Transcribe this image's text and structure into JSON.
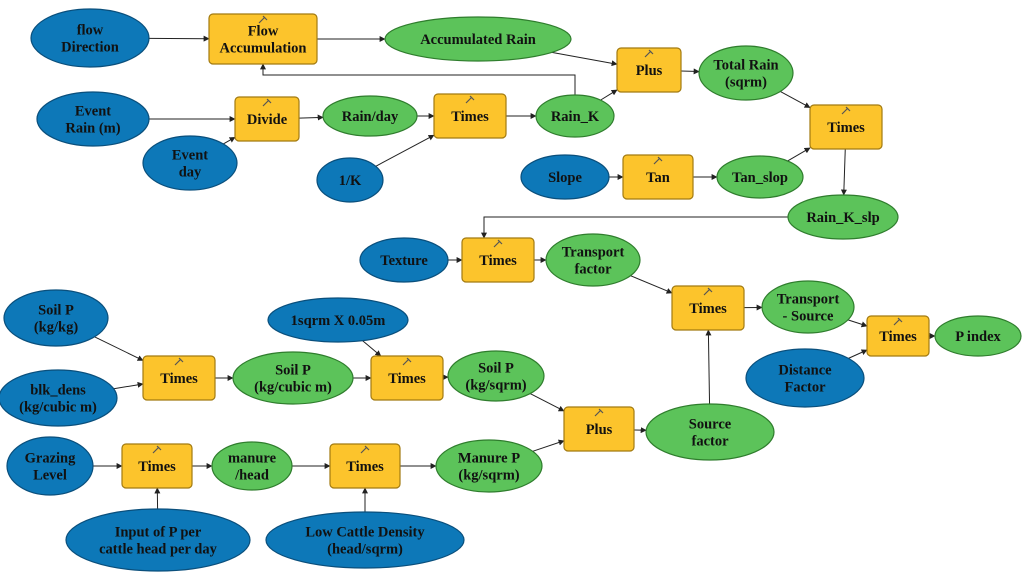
{
  "nodes": {
    "flow_direction": {
      "lines": [
        "flow",
        "Direction"
      ],
      "kind": "input"
    },
    "flow_accumulation": {
      "lines": [
        "Flow",
        "Accumulation"
      ],
      "kind": "tool"
    },
    "accumulated_rain": {
      "lines": [
        "Accumulated Rain"
      ],
      "kind": "derived"
    },
    "plus_1": {
      "lines": [
        "Plus"
      ],
      "kind": "tool"
    },
    "total_rain": {
      "lines": [
        "Total Rain",
        "(sqrm)"
      ],
      "kind": "derived"
    },
    "event_rain": {
      "lines": [
        "Event",
        "Rain (m)"
      ],
      "kind": "input"
    },
    "divide": {
      "lines": [
        "Divide"
      ],
      "kind": "tool"
    },
    "rain_day": {
      "lines": [
        "Rain/day"
      ],
      "kind": "derived"
    },
    "times_1": {
      "lines": [
        "Times"
      ],
      "kind": "tool"
    },
    "rain_k": {
      "lines": [
        "Rain_K"
      ],
      "kind": "derived"
    },
    "times_2": {
      "lines": [
        "Times"
      ],
      "kind": "tool"
    },
    "event_day": {
      "lines": [
        "Event",
        "day"
      ],
      "kind": "input"
    },
    "inv_k": {
      "lines": [
        "1/K"
      ],
      "kind": "input"
    },
    "slope": {
      "lines": [
        "Slope"
      ],
      "kind": "input"
    },
    "tan": {
      "lines": [
        "Tan"
      ],
      "kind": "tool"
    },
    "tan_slop": {
      "lines": [
        "Tan_slop"
      ],
      "kind": "derived"
    },
    "rain_k_slp": {
      "lines": [
        "Rain_K_slp"
      ],
      "kind": "derived"
    },
    "texture": {
      "lines": [
        "Texture"
      ],
      "kind": "input"
    },
    "times_3": {
      "lines": [
        "Times"
      ],
      "kind": "tool"
    },
    "transport_factor": {
      "lines": [
        "Transport",
        "factor"
      ],
      "kind": "derived"
    },
    "times_4": {
      "lines": [
        "Times"
      ],
      "kind": "tool"
    },
    "transport_source": {
      "lines": [
        "Transport",
        "- Source"
      ],
      "kind": "derived"
    },
    "times_5": {
      "lines": [
        "Times"
      ],
      "kind": "tool"
    },
    "p_index": {
      "lines": [
        "P index"
      ],
      "kind": "derived"
    },
    "distance_factor": {
      "lines": [
        "Distance",
        "Factor"
      ],
      "kind": "input"
    },
    "soil_p": {
      "lines": [
        "Soil P",
        "(kg/kg)"
      ],
      "kind": "input"
    },
    "blk_dens": {
      "lines": [
        "blk_dens",
        "(kg/cubic m)"
      ],
      "kind": "input"
    },
    "times_6": {
      "lines": [
        "Times"
      ],
      "kind": "tool"
    },
    "soil_p_cubic": {
      "lines": [
        "Soil P",
        "(kg/cubic m)"
      ],
      "kind": "derived"
    },
    "depth": {
      "lines": [
        "1sqrm X 0.05m"
      ],
      "kind": "input"
    },
    "times_7": {
      "lines": [
        "Times"
      ],
      "kind": "tool"
    },
    "soil_p_sqrm": {
      "lines": [
        "Soil P",
        "(kg/sqrm)"
      ],
      "kind": "derived"
    },
    "plus_2": {
      "lines": [
        "Plus"
      ],
      "kind": "tool"
    },
    "source_factor": {
      "lines": [
        "Source",
        "factor"
      ],
      "kind": "derived"
    },
    "grazing_level": {
      "lines": [
        "Grazing",
        "Level"
      ],
      "kind": "input"
    },
    "times_8": {
      "lines": [
        "Times"
      ],
      "kind": "tool"
    },
    "manure_head": {
      "lines": [
        "manure",
        "/head"
      ],
      "kind": "derived"
    },
    "times_9": {
      "lines": [
        "Times"
      ],
      "kind": "tool"
    },
    "manure_p": {
      "lines": [
        "Manure P",
        "(kg/sqrm)"
      ],
      "kind": "derived"
    },
    "input_p": {
      "lines": [
        "Input of P per",
        "cattle head per day"
      ],
      "kind": "input"
    },
    "cattle_density": {
      "lines": [
        "Low Cattle Density",
        "(head/sqrm)"
      ],
      "kind": "input"
    }
  },
  "colors": {
    "input": "#0d78b8",
    "derived": "#5cc35a",
    "tool": "#fcc42c",
    "arrow": "#222222"
  }
}
